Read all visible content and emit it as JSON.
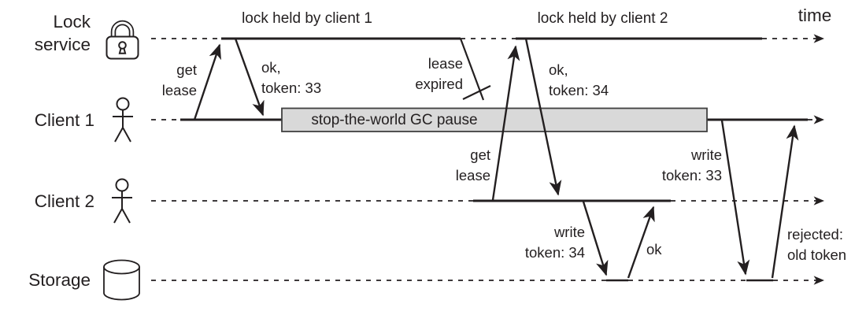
{
  "colors": {
    "ink": "#231f20",
    "gc_box_fill": "#d9d9d9",
    "gc_box_border": "#404040"
  },
  "lanes": {
    "lock_service": {
      "line1": "Lock",
      "line2": "service",
      "icon": "padlock-icon"
    },
    "client1": {
      "label": "Client 1",
      "icon": "person-icon"
    },
    "client2": {
      "label": "Client 2",
      "icon": "person-icon"
    },
    "storage": {
      "label": "Storage",
      "icon": "database-icon"
    }
  },
  "annotations": {
    "lock_held_by_client1": "lock held by client 1",
    "lock_held_by_client2": "lock held by client 2",
    "time_axis_label": "time",
    "gc_pause_label": "stop-the-world GC pause"
  },
  "messages": {
    "get_lease_1": {
      "line1": "get",
      "line2": "lease"
    },
    "ok_token_33": {
      "line1": "ok,",
      "line2": "token: 33"
    },
    "lease_expired": {
      "line1": "lease",
      "line2": "expired"
    },
    "get_lease_2": {
      "line1": "get",
      "line2": "lease"
    },
    "ok_token_34": {
      "line1": "ok,",
      "line2": "token: 34"
    },
    "write_token_34": {
      "line1": "write",
      "line2": "token: 34"
    },
    "ok_ack": {
      "label": "ok"
    },
    "write_token_33": {
      "line1": "write",
      "line2": "token: 33"
    },
    "rejected_old_token": {
      "line1": "rejected:",
      "line2": "old token"
    }
  }
}
